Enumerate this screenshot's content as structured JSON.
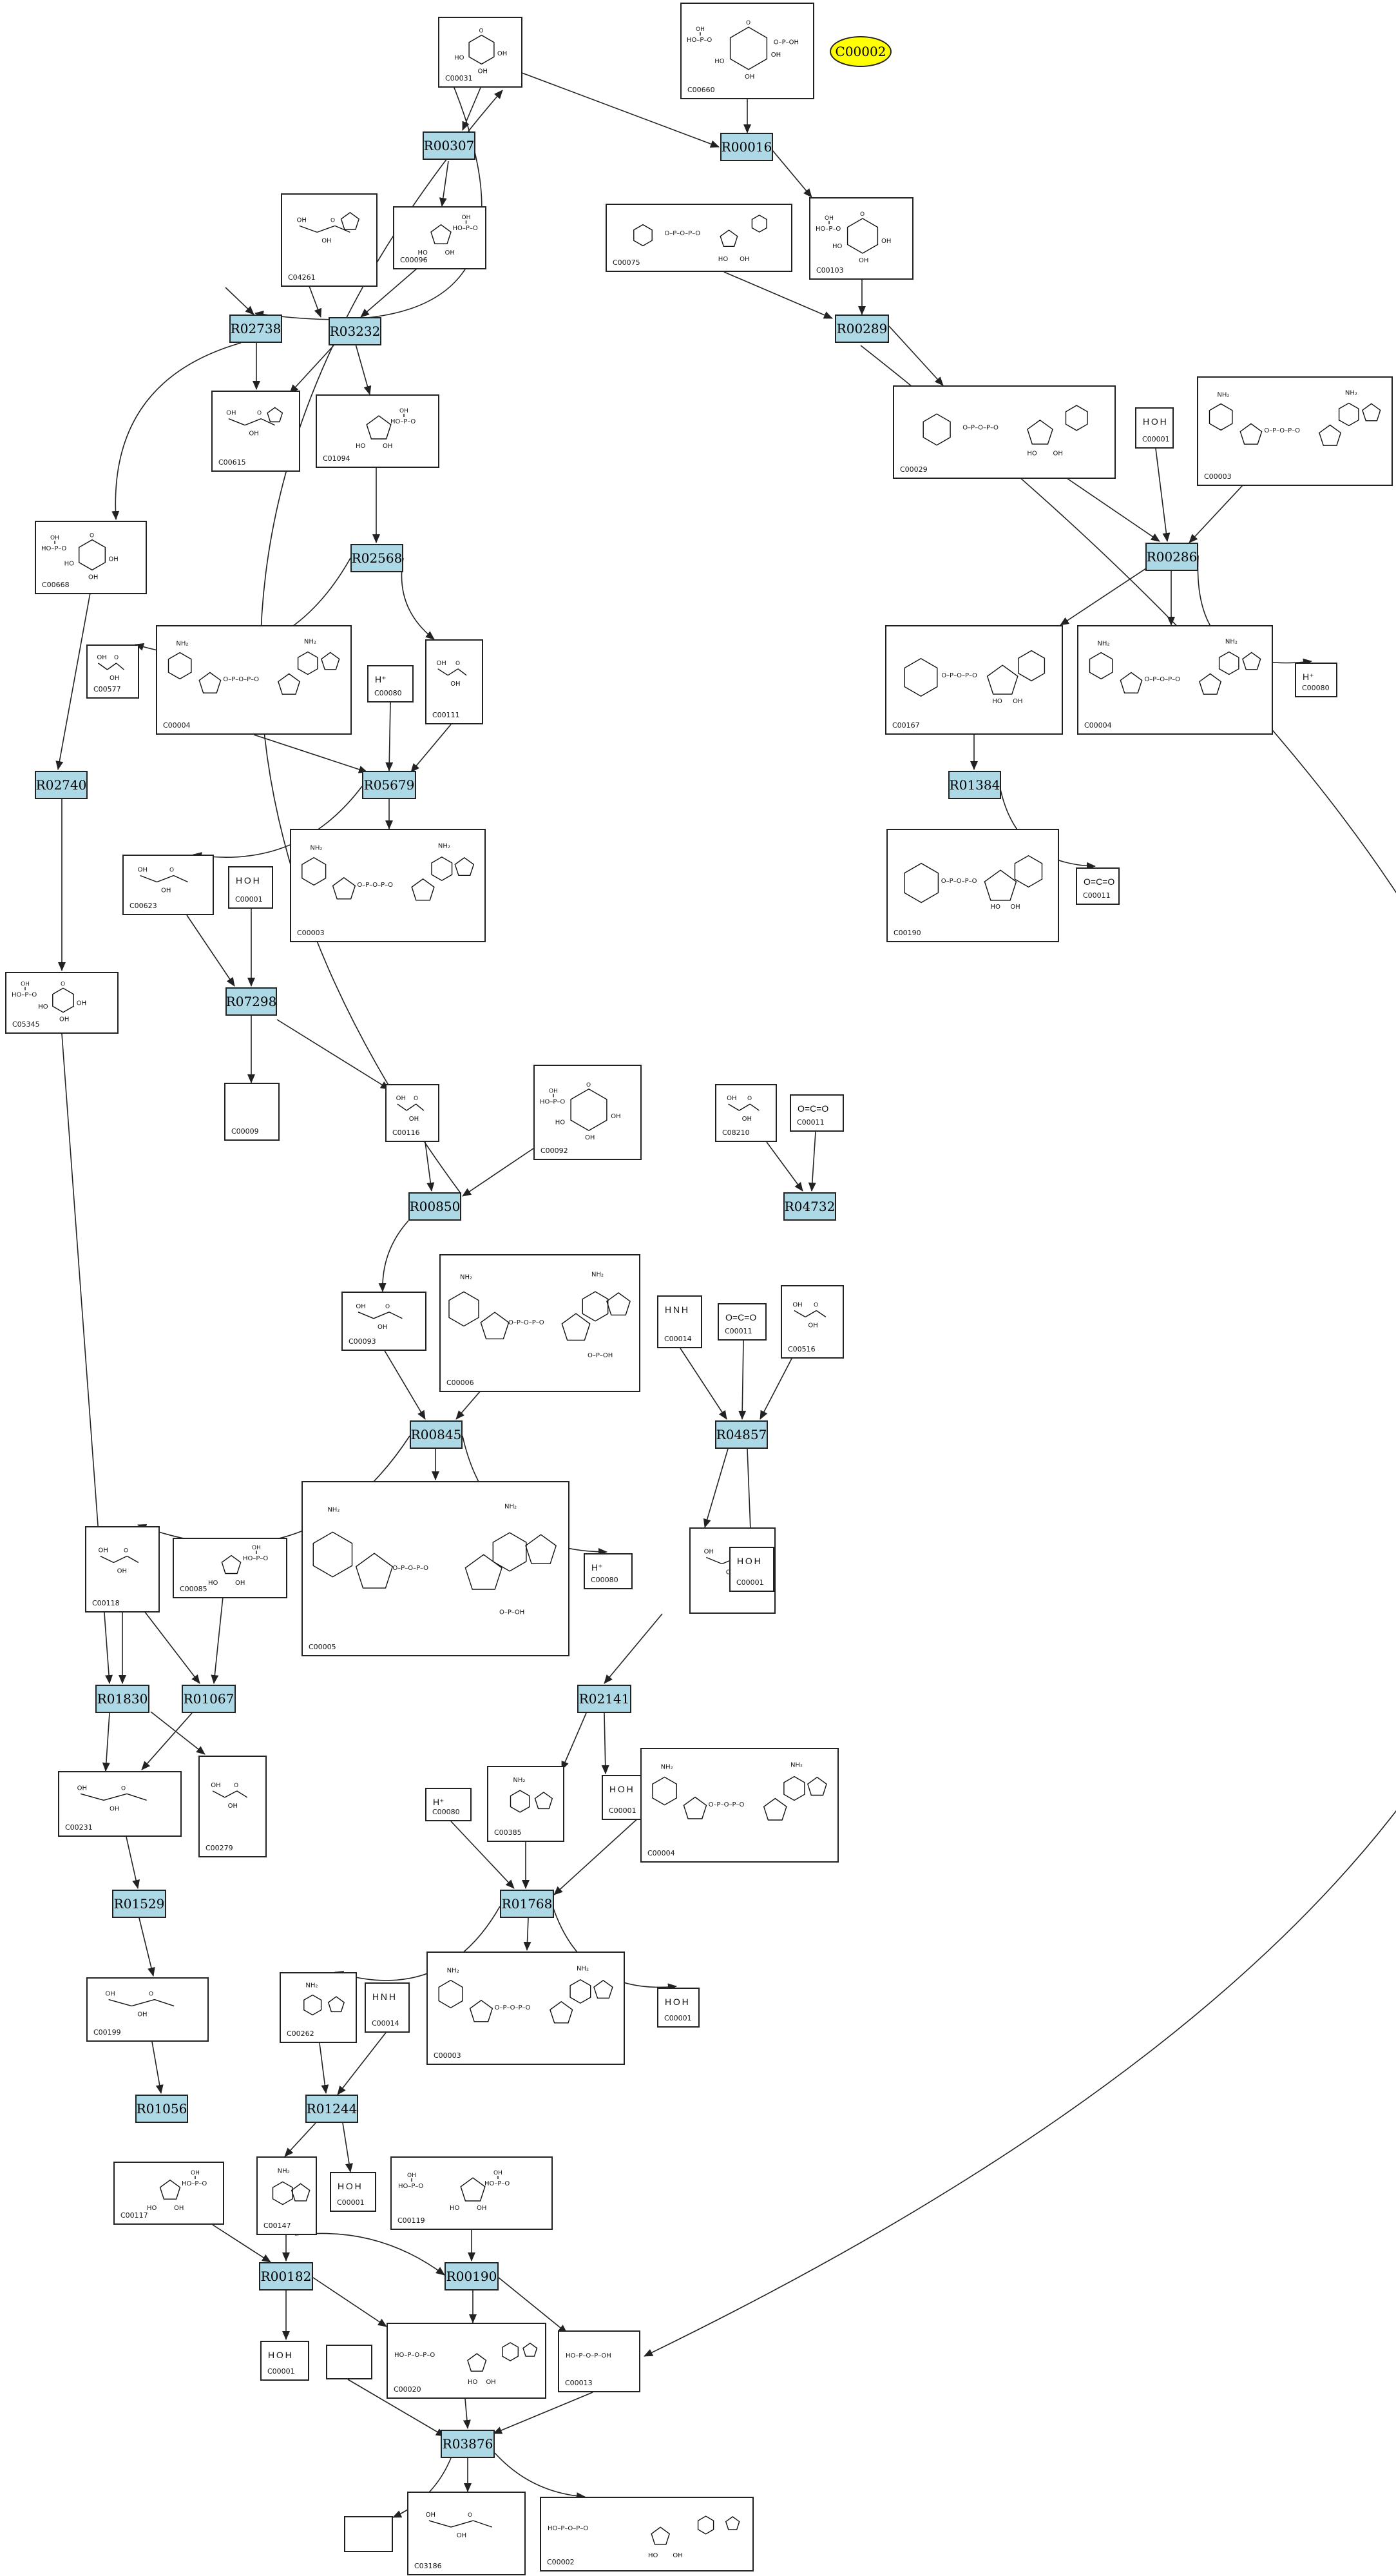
{
  "diagram": {
    "highlight_color": "#ffff00",
    "reaction_color": "#add8e6",
    "highlight": {
      "label": "C00002"
    },
    "reactions": {
      "R00307": "R00307",
      "R00016": "R00016",
      "R02738": "R02738",
      "R03232": "R03232",
      "R00289": "R00289",
      "R02568": "R02568",
      "R00286": "R00286",
      "R02740": "R02740",
      "R05679": "R05679",
      "R01384": "R01384",
      "R07298": "R07298",
      "R00850": "R00850",
      "R04732": "R04732",
      "R00845": "R00845",
      "R04857": "R04857",
      "R01830": "R01830",
      "R01067": "R01067",
      "R02141": "R02141",
      "R01529": "R01529",
      "R01768": "R01768",
      "R01056": "R01056",
      "R01244": "R01244",
      "R00182": "R00182",
      "R00190": "R00190",
      "R03876": "R03876"
    },
    "compounds": {
      "C00031": "C00031",
      "C00660": "C00660",
      "C04261": "C04261",
      "C00096": "C00096",
      "C00075": "C00075",
      "C00103": "C00103",
      "C00615": "C00615",
      "C01094": "C01094",
      "C00029": "C00029",
      "C00001": "C00001",
      "C00003": "C00003",
      "C00668": "C00668",
      "C00577": "C00577",
      "C00004": "C00004",
      "C00080": "C00080",
      "C00111": "C00111",
      "C00167": "C00167",
      "C00623": "C00623",
      "C05345": "C05345",
      "C00190": "C00190",
      "C00011": "C00011",
      "C00009": "C00009",
      "C00116": "C00116",
      "C00092": "C00092",
      "C08210": "C08210",
      "C00093": "C00093",
      "C00006": "C00006",
      "C00014": "C00014",
      "C00516": "C00516",
      "C00118": "C00118",
      "C00085": "C00085",
      "C00005": "C00005",
      "C00231": "C00231",
      "C00279": "C00279",
      "C00385": "C00385",
      "C00199": "C00199",
      "C00262": "C00262",
      "C00117": "C00117",
      "C00147": "C00147",
      "C00119": "C00119",
      "C00020": "C00020",
      "C00013": "C00013",
      "C03186": "C03186",
      "C00002": "C00002"
    },
    "formulas": {
      "water": "H O H",
      "proton": "H⁺",
      "ammonia": "H N H",
      "co2": "O=C=O"
    }
  }
}
